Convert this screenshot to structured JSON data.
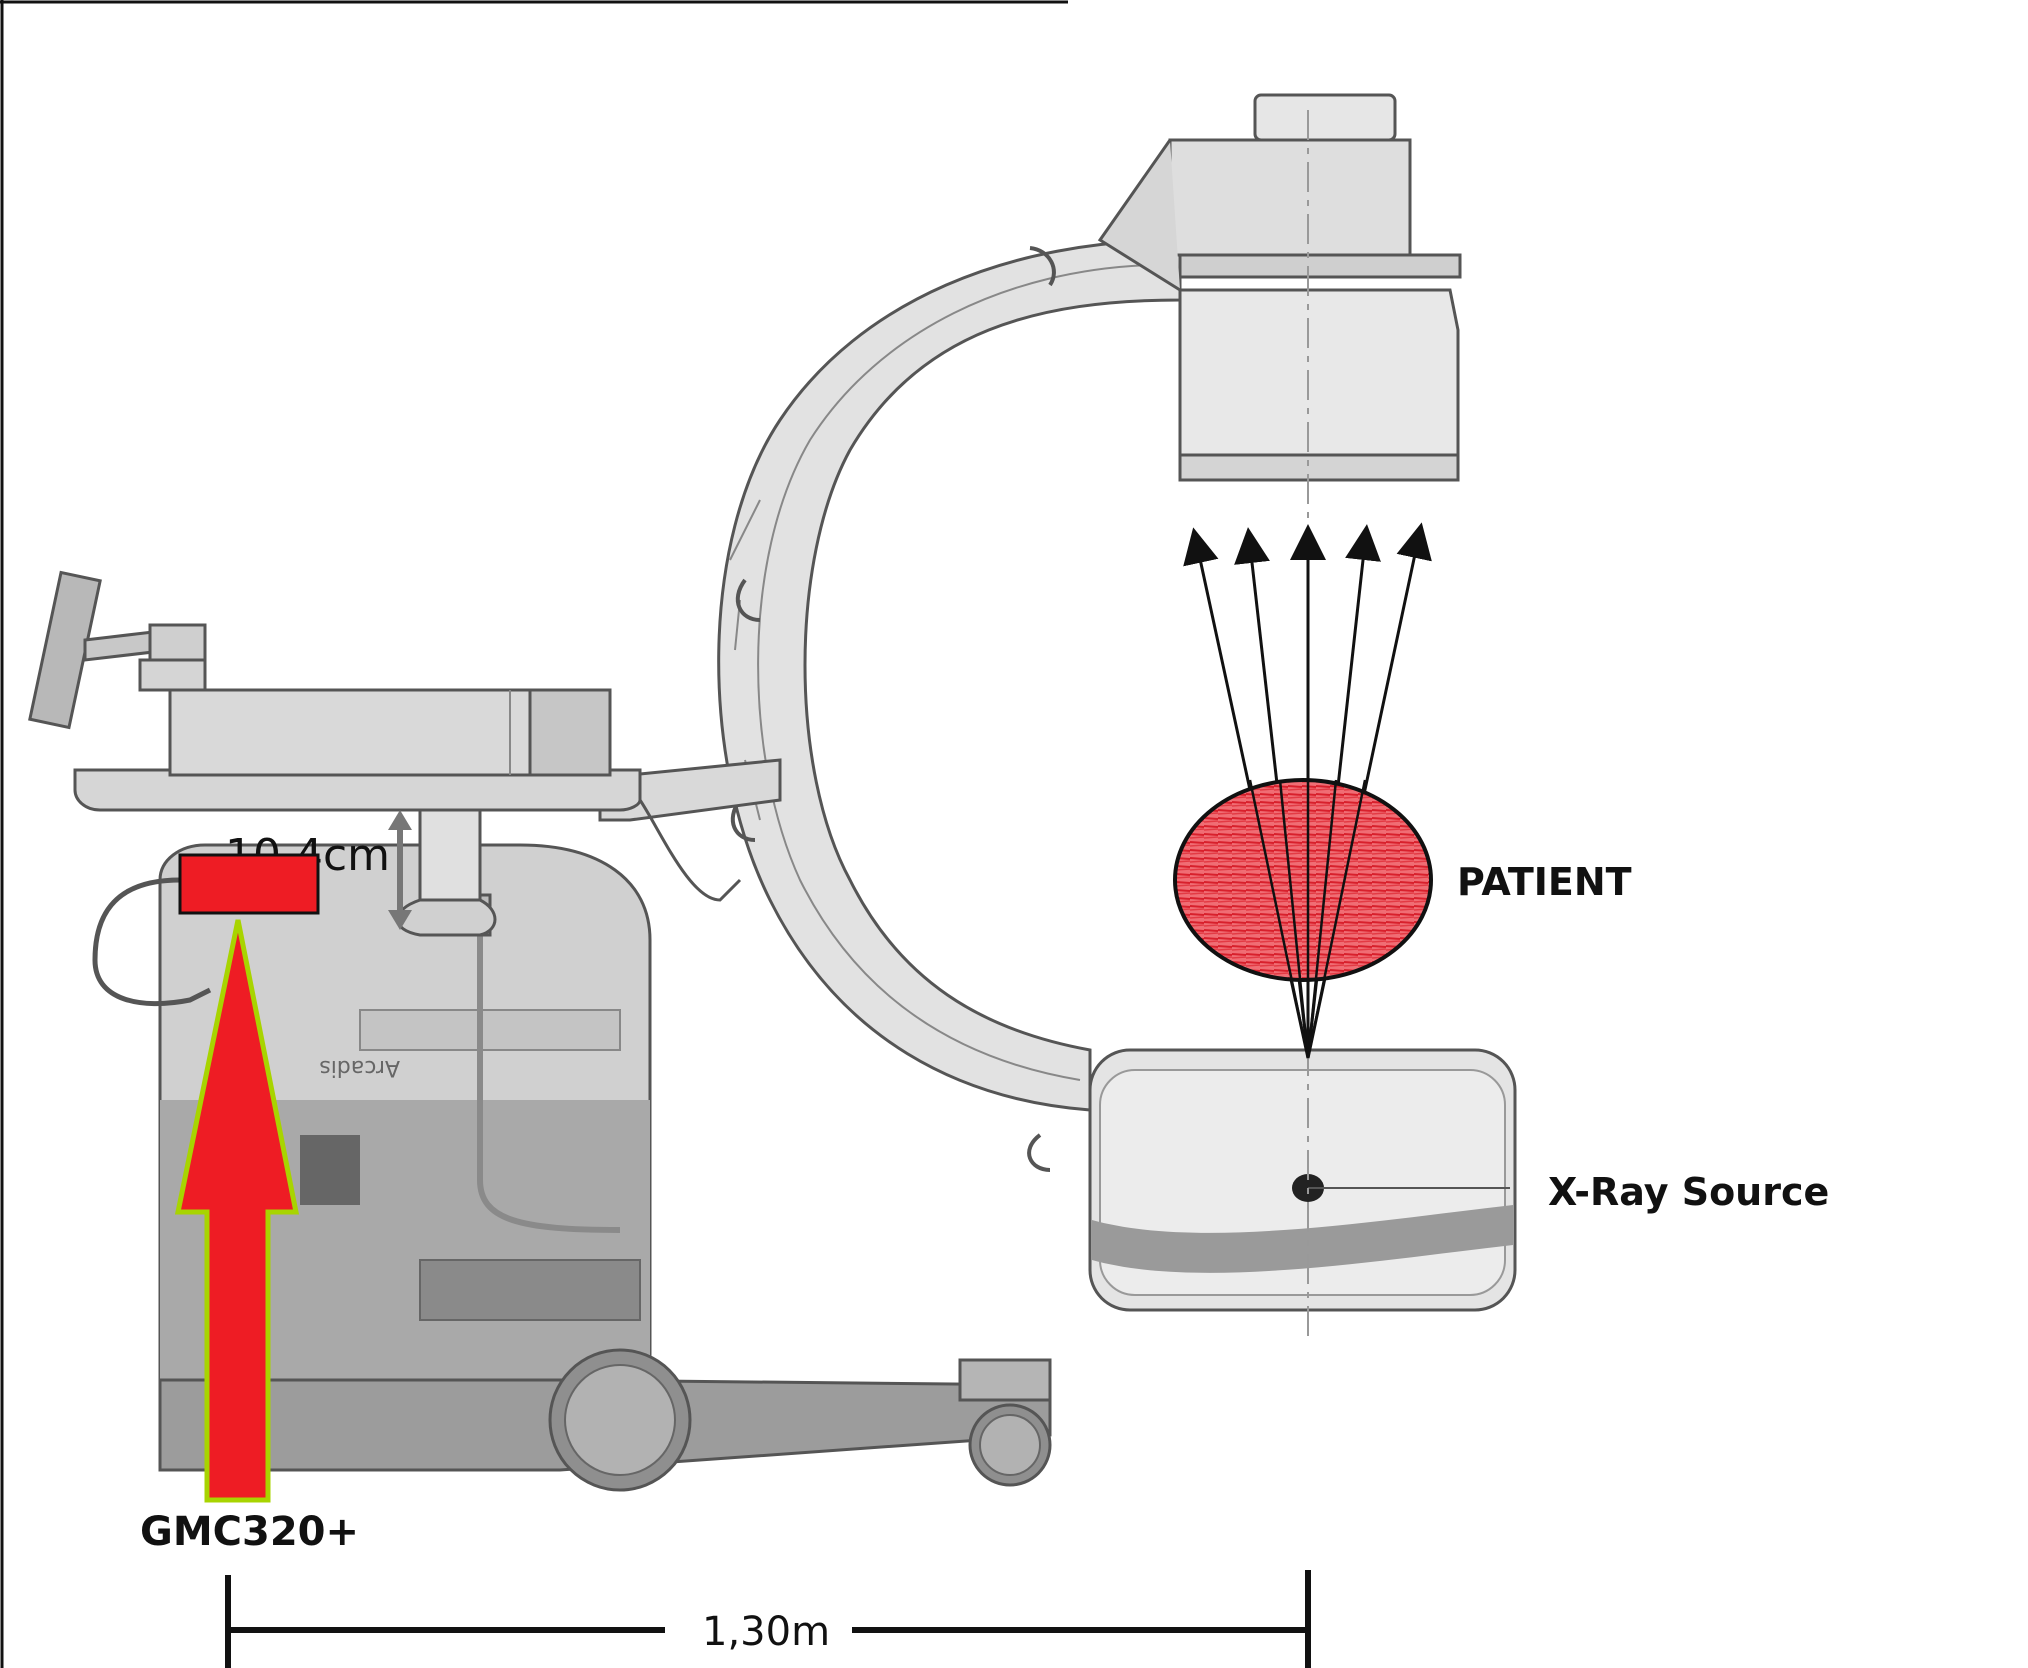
{
  "labels": {
    "patient": "PATIENT",
    "xray_source": "X-Ray Source",
    "detector": "GMC320+",
    "distance": "1,30m",
    "height_offset": "10,4cm"
  },
  "colors": {
    "marker_red": "#ee1c24",
    "arrow_outline": "#a8d400",
    "patient_fill": "#e8404a",
    "machine_light": "#e6e6e6",
    "machine_mid": "#c9c9c9",
    "machine_dark": "#8c8c8c",
    "outline": "#555555",
    "ink": "#111111"
  },
  "icons": {
    "beam": "x-ray-beam-arrows",
    "indicator": "red-up-arrow"
  }
}
